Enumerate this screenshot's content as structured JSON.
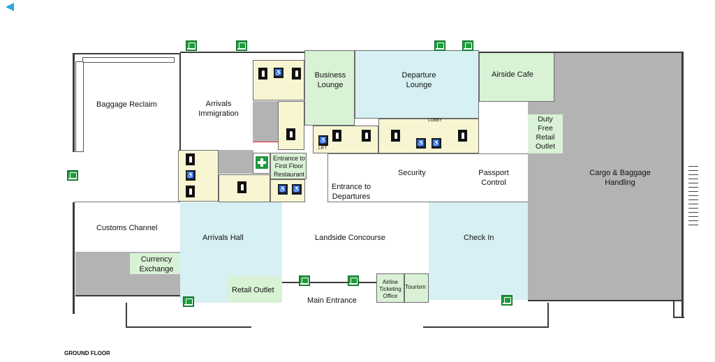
{
  "rooms": {
    "baggage_reclaim": "Baggage Reclaim",
    "arrivals_immigration": "Arrivals Immigration",
    "business_lounge": "Business Lounge",
    "departure_lounge": "Departure Lounge",
    "airside_cafe": "Airside Cafe",
    "duty_free": "Duty Free Retail Outlet",
    "cargo": "Cargo & Baggage Handling",
    "entrance_first_floor": "Entrance to First Floor Restaurant",
    "security": "Security",
    "passport_control": "Passport Control",
    "entrance_departures": "Entrance to Departures",
    "customs": "Customs Channel",
    "arrivals_hall": "Arrivals Hall",
    "landside_concourse": "Landside Concourse",
    "check_in": "Check In",
    "currency_exchange": "Currency Exchange",
    "retail_outlet": "Retail Outlet",
    "main_entrance": "Main Entrance",
    "airline_ticketing": "Airline Ticketing Office",
    "tourism": "Tourism",
    "lobby": "LOBBY",
    "lift": "LIFT"
  },
  "floor_label": "GROUND FLOOR",
  "icons": {
    "fire_exit": "fire-exit-sign",
    "toilet": "toilet-icon",
    "accessible": "wheelchair-icon",
    "first_aid": "first-aid-icon",
    "back": "back-arrow-icon"
  },
  "colors": {
    "green": "#d9f2d6",
    "blue": "#d6f0f3",
    "yellow": "#f8f6d2",
    "grey": "#b3b3b3",
    "exit_green": "#1f9a3c",
    "back_arrow": "#2aa8e0"
  }
}
